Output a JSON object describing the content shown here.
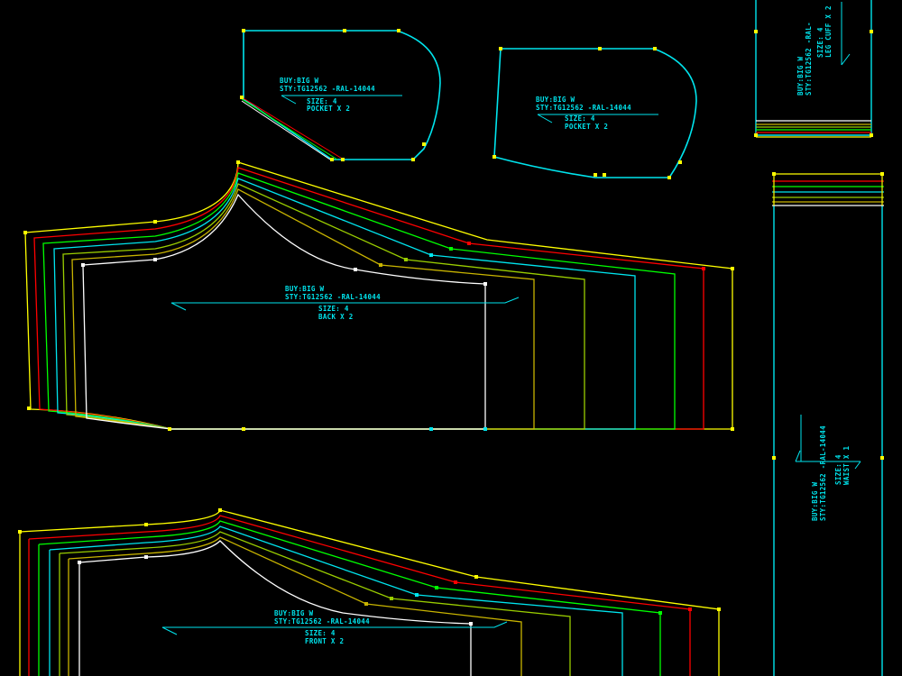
{
  "colors": {
    "background": "#000000",
    "grade_sizes": [
      "#ffff00",
      "#ff0000",
      "#00ff00",
      "#00e5ee",
      "#9acd00",
      "#c8b400",
      "#ffffff"
    ],
    "label": "#00e5ee",
    "point_marker": "#ffff00"
  },
  "pieces": {
    "pocket_left": {
      "buyer": "BUY:BIG W",
      "style": "STY:TG12562 -RAL-14044",
      "size": "SIZE: 4",
      "piece": "POCKET  X 2"
    },
    "pocket_right": {
      "buyer": "BUY:BIG W",
      "style": "STY:TG12562 -RAL-14044",
      "size": "SIZE: 4",
      "piece": "POCKET  X 2"
    },
    "back": {
      "buyer": "BUY:BIG W",
      "style": "STY:TG12562 -RAL-14044",
      "size": "SIZE: 4",
      "piece": "BACK  X 2"
    },
    "front": {
      "buyer": "BUY:BIG W",
      "style": "STY:TG12562 -RAL-14044",
      "size": "SIZE: 4",
      "piece": "FRONT  X 2"
    },
    "leg_cuff": {
      "buyer": "BUY:BIG W",
      "style": "STY:TG12562 -RAL-",
      "size": "SIZE: 4",
      "piece": "LEG CUFF  X 2"
    },
    "waist": {
      "buyer": "BUY:BIG W",
      "style": "STY:TG12562 -RAL-14044",
      "size": "SIZE: 4",
      "piece": "WAIST  X 1"
    }
  }
}
